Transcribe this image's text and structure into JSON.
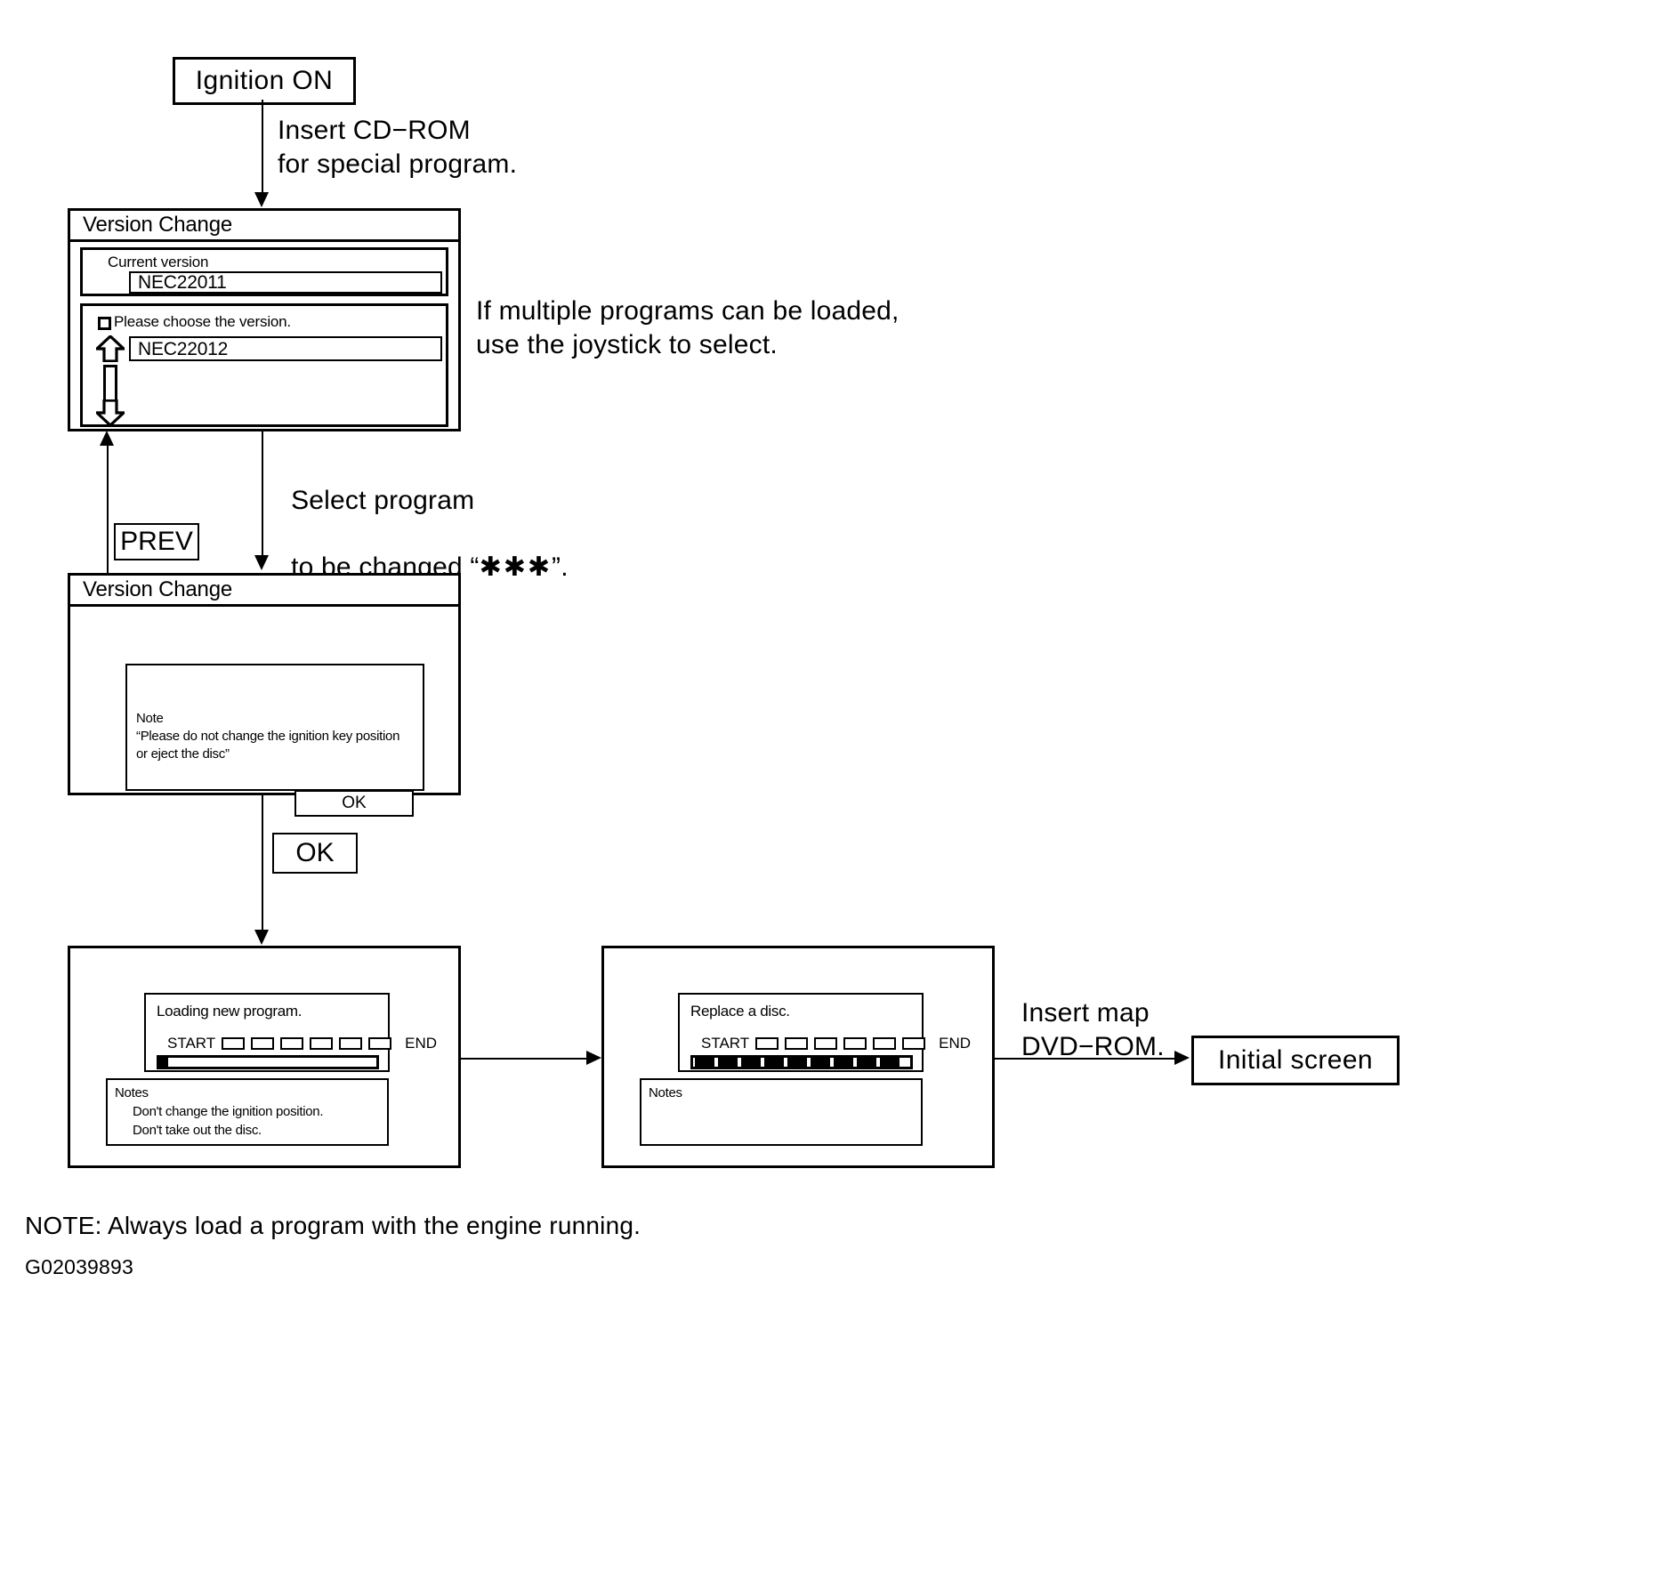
{
  "diagram": {
    "figure_id": "G02039893",
    "footer_note": "NOTE: Always load a program with the engine running."
  },
  "nodes": {
    "ignition": {
      "label": "Ignition ON"
    },
    "initial_screen": {
      "label": "Initial screen"
    },
    "prev_button": {
      "label": "PREV"
    },
    "ok_button": {
      "label": "OK"
    }
  },
  "edges": {
    "insert_cdrom": "Insert CD−ROM\nfor special program.",
    "multiple_programs": "If multiple programs can be loaded,\nuse the joystick to select.",
    "select_program_line1": "Select program",
    "select_program_line2_pre": "to be changed “",
    "select_program_stars": "✱✱✱",
    "select_program_line2_post": "”.",
    "insert_map_dvd": "Insert map\nDVD−ROM."
  },
  "screen_version_select": {
    "title": "Version Change",
    "current_version_label": "Current version",
    "current_version_value": "NEC22011",
    "choose_label": "Please choose the version.",
    "choose_bullet": "square-bullet-icon",
    "available_version_value": "NEC22012",
    "scroll_up_icon": "arrow-up-icon",
    "scroll_down_icon": "arrow-down-icon",
    "scroll_thumb": "scroll-thumb"
  },
  "screen_version_note": {
    "title": "Version Change",
    "note_heading": "Note",
    "note_line1": "“Please do not change the ignition key position",
    "note_line2": "or eject the disc”",
    "ok_label": "OK"
  },
  "screen_loading": {
    "message": "Loading new program.",
    "start_label": "START",
    "end_label": "END",
    "tick_count": 6,
    "progress_percent": 4,
    "notes_heading": "Notes",
    "notes_line1": "Don't change the ignition position.",
    "notes_line2": "Don't take out the disc."
  },
  "screen_replace": {
    "message": "Replace a disc.",
    "start_label": "START",
    "end_label": "END",
    "tick_count": 6,
    "bar_segment_count": 13,
    "notes_heading": "Notes"
  },
  "colors": {
    "line": "#000000",
    "background": "#ffffff"
  }
}
